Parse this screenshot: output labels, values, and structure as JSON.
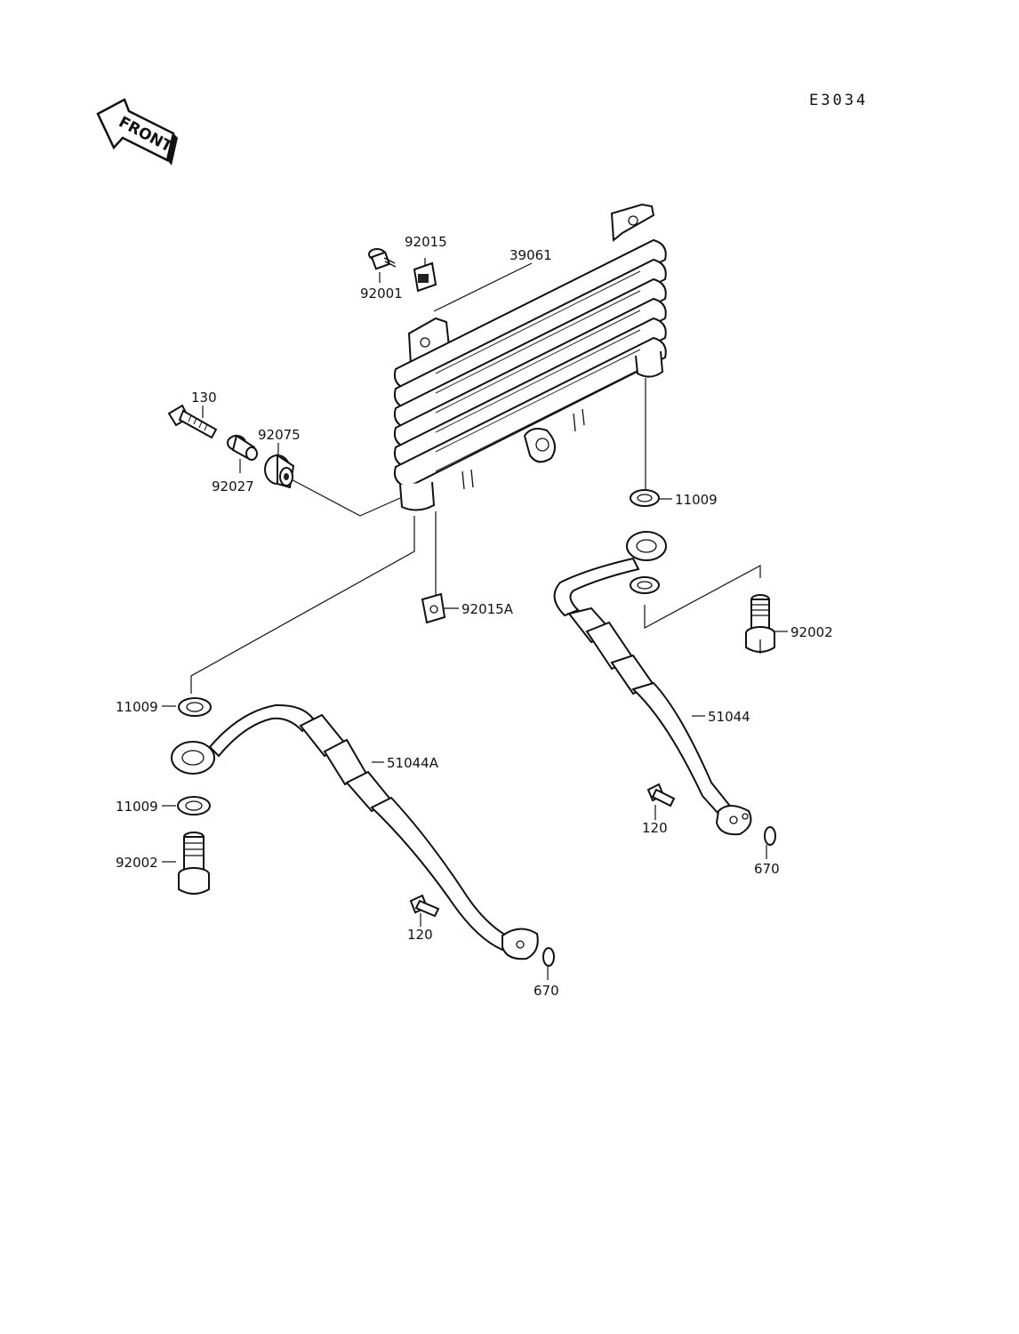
{
  "diagram_code": "E3034",
  "front_label": "FRONT",
  "parts": {
    "p39061": "39061",
    "p92015": "92015",
    "p92001": "92001",
    "p130": "130",
    "p92075": "92075",
    "p92027": "92027",
    "p11009_right": "11009",
    "p92015A": "92015A",
    "p92002_right": "92002",
    "p51044": "51044",
    "p11009_left_top": "11009",
    "p51044A": "51044A",
    "p11009_left_bottom": "11009",
    "p92002_left": "92002",
    "p120_right": "120",
    "p670_right": "670",
    "p120_left": "120",
    "p670_left": "670"
  }
}
